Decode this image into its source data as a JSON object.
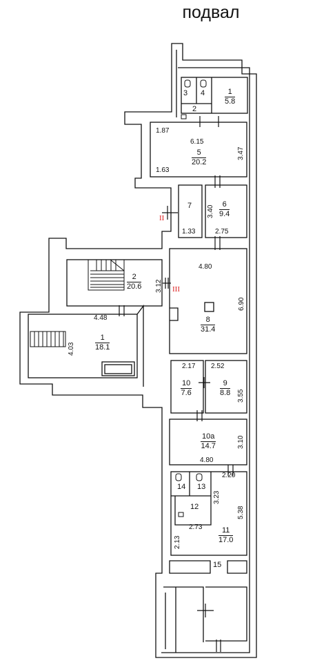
{
  "title": "подвал",
  "rooms": [
    {
      "id": "1",
      "area": "5.8"
    },
    {
      "id": "5",
      "area": "20.2"
    },
    {
      "id": "6",
      "area": "9.4"
    },
    {
      "id": "2",
      "area": "20.6"
    },
    {
      "id": "1",
      "area": "18.1"
    },
    {
      "id": "8",
      "area": "31.4"
    },
    {
      "id": "10",
      "area": "7.6"
    },
    {
      "id": "9",
      "area": "8.8"
    },
    {
      "id": "10a",
      "area": "14.7"
    },
    {
      "id": "11",
      "area": "17.0"
    }
  ],
  "small_rooms": [
    "3",
    "4",
    "2",
    "7",
    "14",
    "13",
    "12",
    "15"
  ],
  "dimensions": [
    "1.87",
    "6.15",
    "3.47",
    "1.63",
    "3.40",
    "1.33",
    "2.75",
    "4.80",
    "3.12",
    "6.90",
    "4.48",
    "4.03",
    "2.17",
    "2.52",
    "3.55",
    "3.10",
    "4.80",
    "2.20",
    "3.23",
    "5.38",
    "2.73",
    "2.13"
  ],
  "roman": [
    "II",
    "III"
  ]
}
